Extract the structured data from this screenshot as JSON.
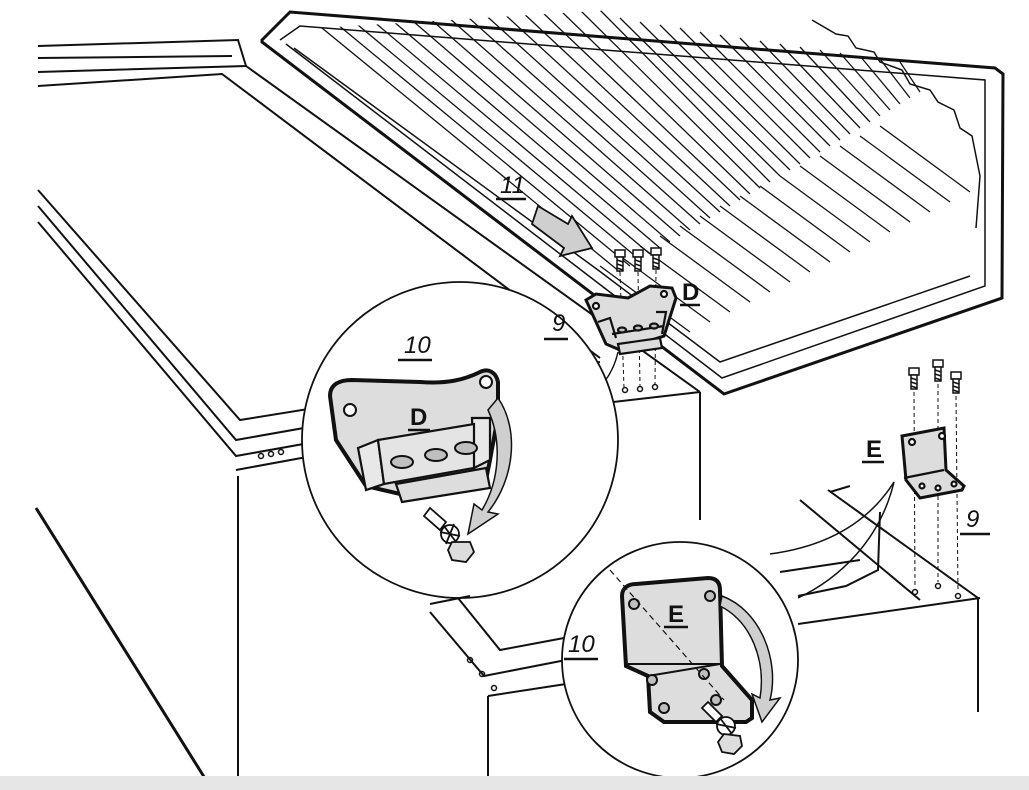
{
  "labels": {
    "step_11": "11",
    "step_9_left": "9",
    "step_9_right": "9",
    "step_10_left": "10",
    "step_10_right": "10",
    "part_d_main": "D",
    "part_d_zoom": "D",
    "part_e_main": "E",
    "part_e_zoom": "E"
  },
  "colors": {
    "line": "#111111",
    "bracket_fill": "#dddddd",
    "slot_fill": "#bfbfbf",
    "arrow_fill": "#cfcfcf",
    "footer": "#e6e6e6"
  }
}
